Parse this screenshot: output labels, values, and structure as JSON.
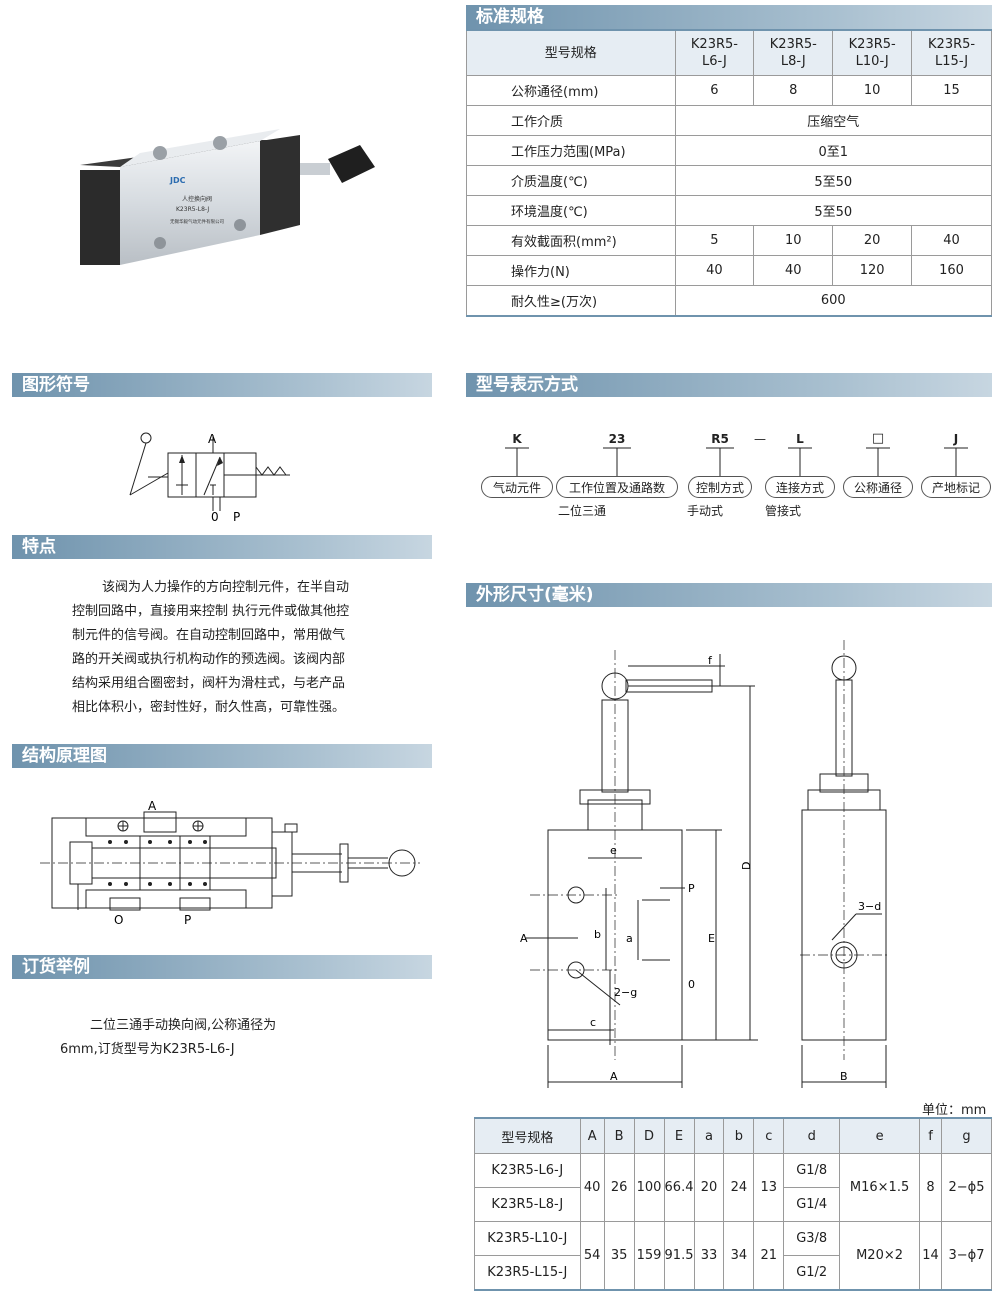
{
  "sections": {
    "spec": "标准规格",
    "symbol": "图形符号",
    "model_code": "型号表示方式",
    "features": "特点",
    "structure": "结构原理图",
    "dimensions": "外形尺寸(毫米)",
    "ordering": "订货举例"
  },
  "product_label": {
    "brand": "JDC",
    "name": "人控换向阀",
    "model": "K23R5-L8-J",
    "maker": "无锡华毅气动元件有限公司"
  },
  "spec_table": {
    "header": [
      "型号规格",
      "K23R5-\nL6-J",
      "K23R5-\nL8-J",
      "K23R5-\nL10-J",
      "K23R5-\nL15-J"
    ],
    "rows": [
      {
        "label": "公称通径(mm)",
        "values": [
          "6",
          "8",
          "10",
          "15"
        ]
      },
      {
        "label": "工作介质",
        "merged": "压缩空气"
      },
      {
        "label": "工作压力范围(MPa)",
        "merged": "0至1"
      },
      {
        "label": "介质温度(℃)",
        "merged": "5至50"
      },
      {
        "label": "环境温度(℃)",
        "merged": "5至50"
      },
      {
        "label": "有效截面积(mm²)",
        "values": [
          "5",
          "10",
          "20",
          "40"
        ]
      },
      {
        "label": "操作力(N)",
        "values": [
          "40",
          "40",
          "120",
          "160"
        ]
      },
      {
        "label": "耐久性≥(万次)",
        "merged": "600"
      }
    ]
  },
  "symbol_labels": {
    "A": "A",
    "O": "0",
    "P": "P"
  },
  "model_code": {
    "codes": [
      "K",
      "23",
      "R5",
      "L",
      "□",
      "J"
    ],
    "dash": "—",
    "names": [
      "气动元件",
      "工作位置及通路数",
      "控制方式",
      "连接方式",
      "公称通径",
      "产地标记"
    ],
    "subs": [
      "二位三通",
      "手动式",
      "管接式"
    ]
  },
  "features_text": "该阀为人力操作的方向控制元件，在半自动控制回路中，直接用来控制 执行元件或做其他控制元件的信号阀。在自动控制回路中，常用做气路的开关阀或执行机构动作的预选阀。该阀内部结构采用组合圈密封，阀杆为滑柱式，与老产品相比体积小，密封性好，耐久性高，可靠性强。",
  "features_lines": [
    "该阀为人力操作的方向控制元件，在半自动",
    "控制回路中，直接用来控制 执行元件或做其他控",
    "制元件的信号阀。在自动控制回路中，常用做气",
    "路的开关阀或执行机构动作的预选阀。该阀内部",
    "结构采用组合圈密封，阀杆为滑柱式，与老产品",
    "相比体积小，密封性好，耐久性高，可靠性强。"
  ],
  "structure_labels": {
    "A": "A",
    "O": "O",
    "P": "P"
  },
  "ordering_lines": [
    "二位三通手动换向阀,公称通径为",
    "6mm,订货型号为K23R5-L6-J"
  ],
  "dim_drawing_labels": {
    "f": "f",
    "D": "D",
    "e": "e",
    "P": "P",
    "A": "A",
    "b": "b",
    "a": "a",
    "E": "E",
    "O": "0",
    "g": "2−g",
    "c": "c",
    "d": "3−d",
    "Awidth": "A",
    "Bwidth": "B"
  },
  "unit_note": "单位：mm",
  "dim_table": {
    "header": [
      "型号规格",
      "A",
      "B",
      "D",
      "E",
      "a",
      "b",
      "c",
      "d",
      "e",
      "f",
      "g"
    ],
    "groups": [
      {
        "models": [
          "K23R5-L6-J",
          "K23R5-L8-J"
        ],
        "A": "40",
        "B": "26",
        "D": "100",
        "E": "66.4",
        "a": "20",
        "b": "24",
        "c": "13",
        "d": [
          "G1/8",
          "G1/4"
        ],
        "e": "M16×1.5",
        "f": "8",
        "g": "2−ϕ5"
      },
      {
        "models": [
          "K23R5-L10-J",
          "K23R5-L15-J"
        ],
        "A": "54",
        "B": "35",
        "D": "159",
        "E": "91.5",
        "a": "33",
        "b": "34",
        "c": "21",
        "d": [
          "G3/8",
          "G1/2"
        ],
        "e": "M20×2",
        "f": "14",
        "g": "3−ϕ7"
      }
    ]
  }
}
